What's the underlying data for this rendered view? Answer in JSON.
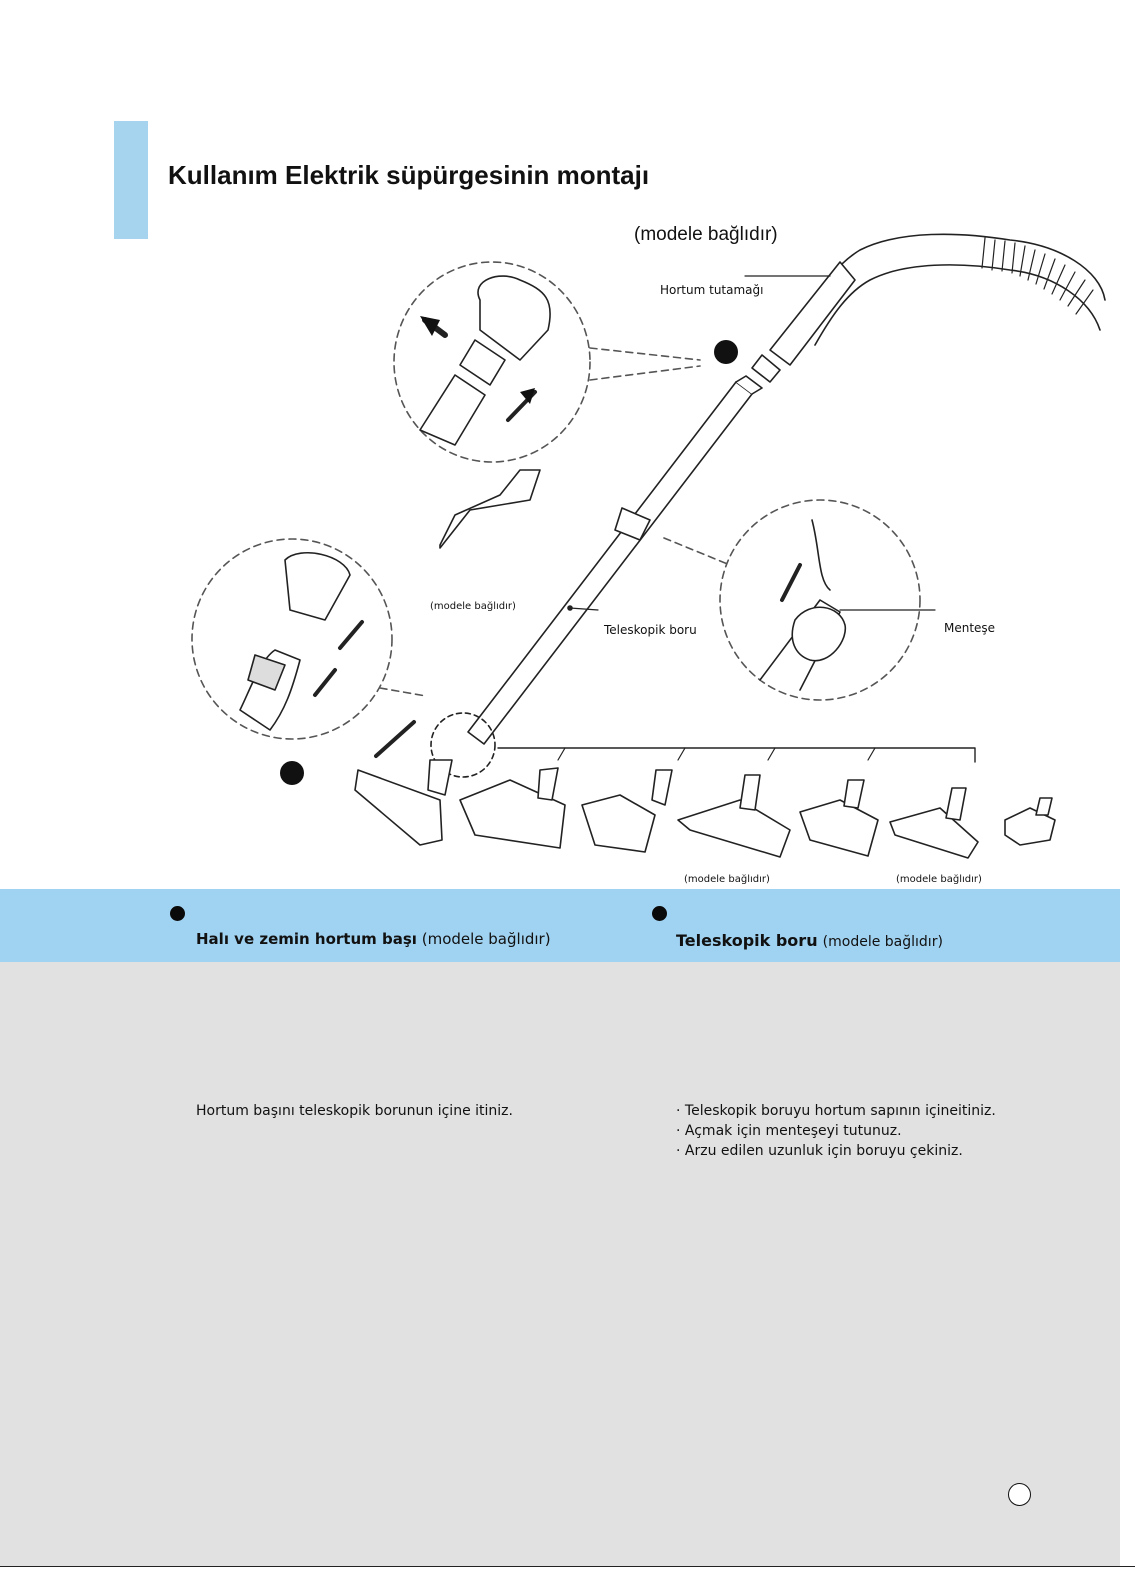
{
  "page": {
    "title": "Kullanım Elektrik süpürgesinin montajı"
  },
  "diagram": {
    "model_note_top": "(modele bağlıdır)",
    "hose_handle_label": "Hortum tutamağı",
    "telescopic_label": "Teleskopik boru",
    "hinge_label": "Menteşe",
    "model_note_nozzle": "(modele bağlıdır)",
    "model_note_bottom_1": "(modele bağlıdır)",
    "model_note_bottom_2": "(modele bağlıdır)"
  },
  "sections": [
    {
      "title_bold": "Halı ve zemin hortum başı",
      "title_note": "(modele bağlıdır)",
      "text": "Hortum başını teleskopik borunun içine itiniz."
    },
    {
      "title_bold": "Teleskopik boru",
      "title_note": "(modele bağlıdır)",
      "bullets": [
        "Teleskopik boruyu hortum sapının içineitiniz.",
        "Açmak için menteşeyi tutunuz.",
        "Arzu edilen uzunluk için boruyu çekiniz."
      ]
    }
  ],
  "colors": {
    "accent_bar": "#a6d3ee",
    "band": "#a0d2f1",
    "content_bg": "#e1e1e1"
  }
}
